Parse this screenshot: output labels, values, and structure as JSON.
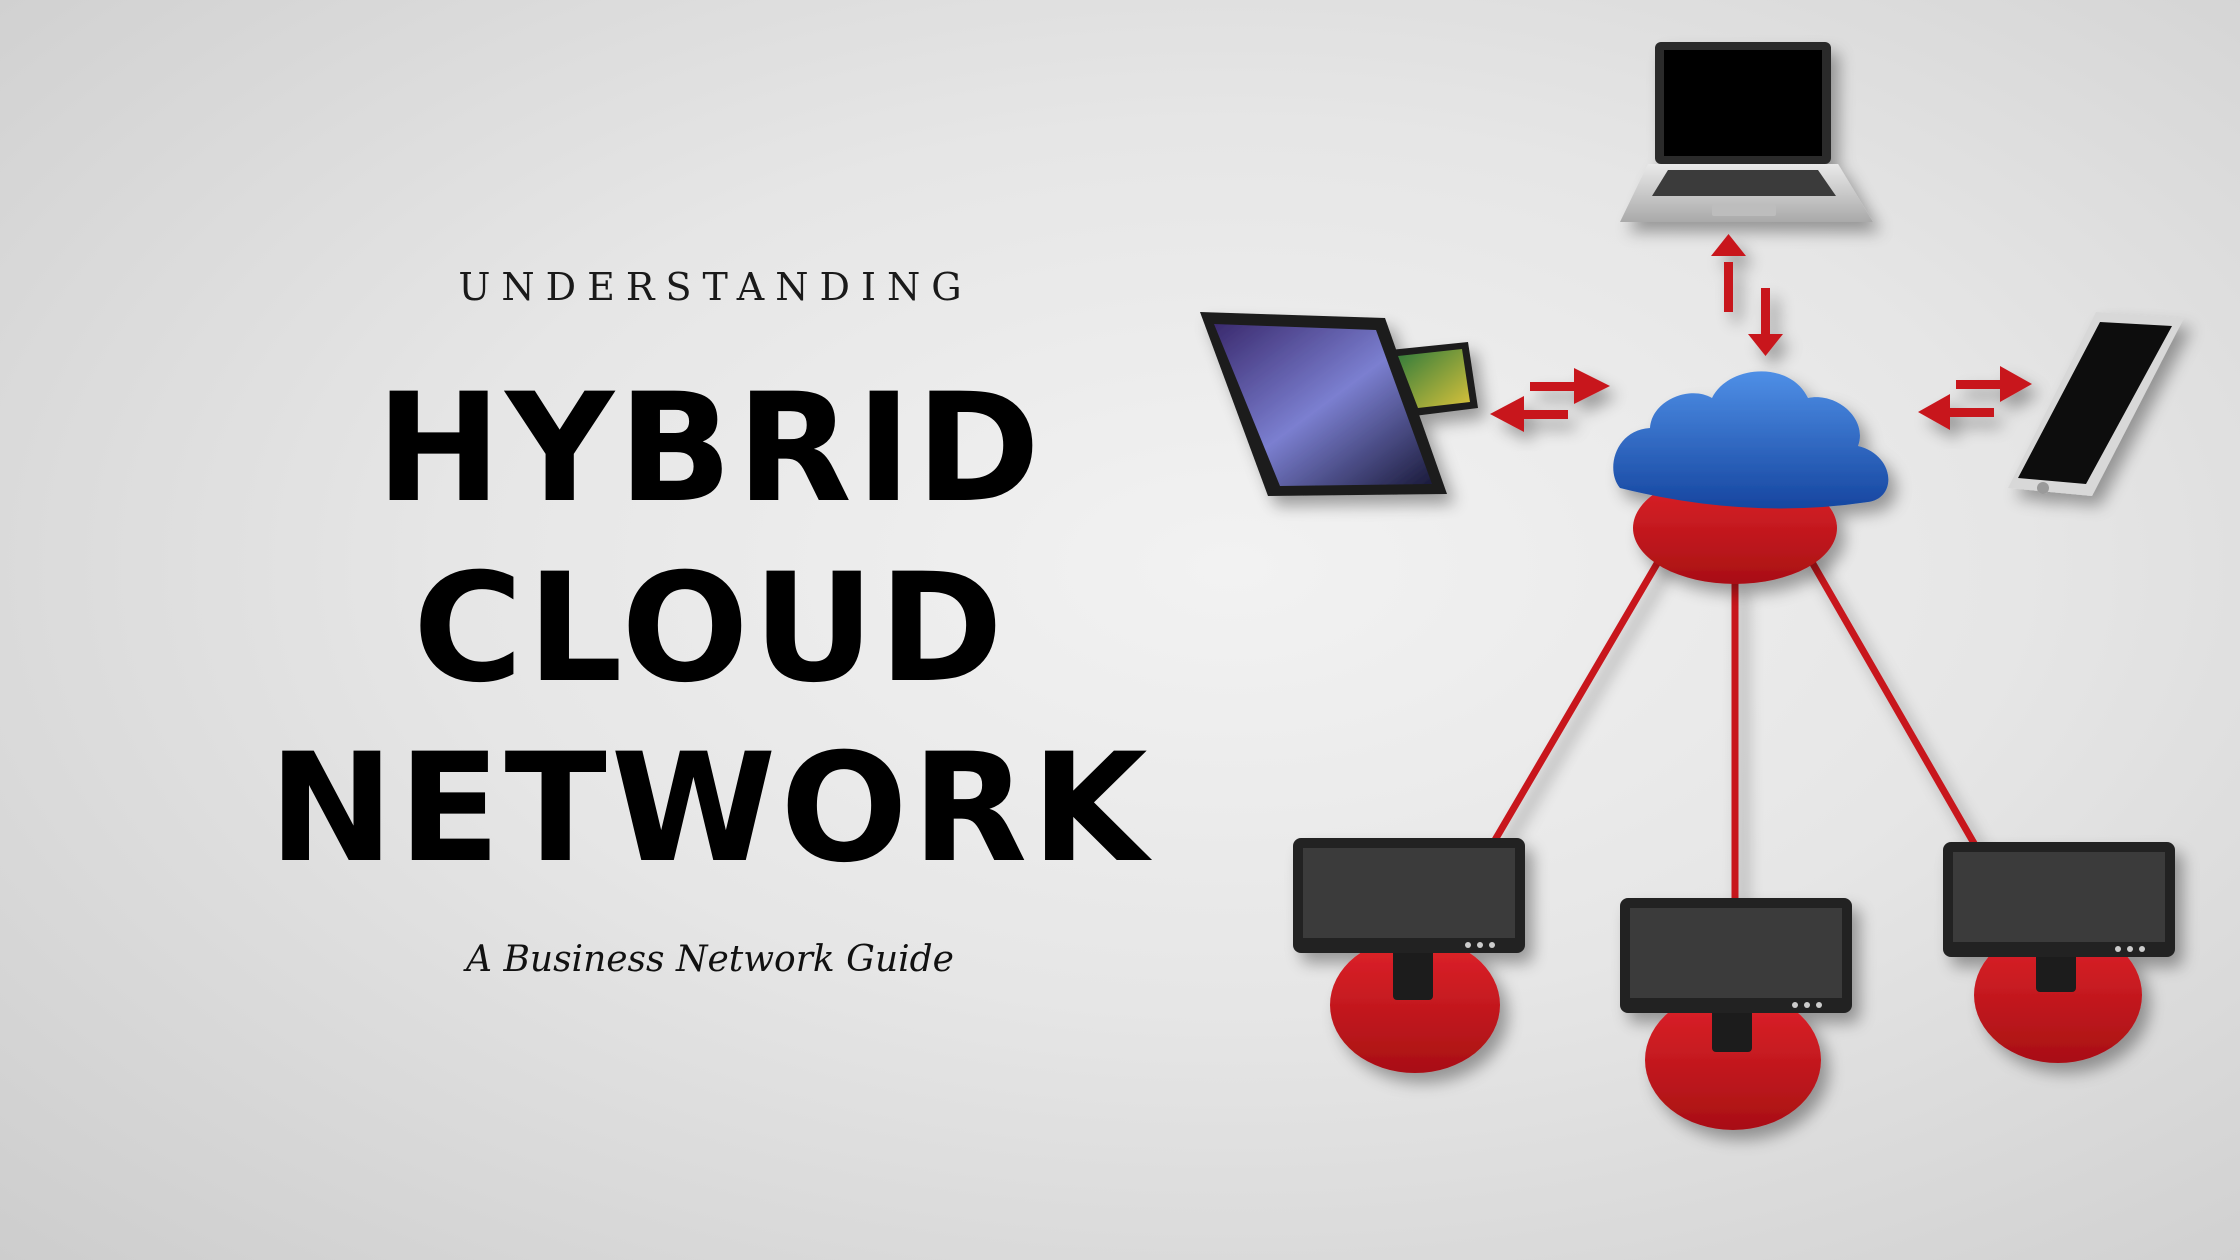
{
  "kicker": "UNDERSTANDING",
  "headline": [
    "HYBRID",
    "CLOUD",
    "NETWORK"
  ],
  "subtitle": "A Business Network Guide",
  "colors": {
    "background": "#e8e8e8",
    "text": "#000000",
    "cloud": "#1f5fb8",
    "accent_red": "#c8171d",
    "device_dark": "#2b2b2b"
  },
  "icons": [
    "laptop-icon",
    "tablet-icon",
    "smartphone-icon",
    "cloud-icon",
    "monitor-icon",
    "double-arrow-icon"
  ]
}
